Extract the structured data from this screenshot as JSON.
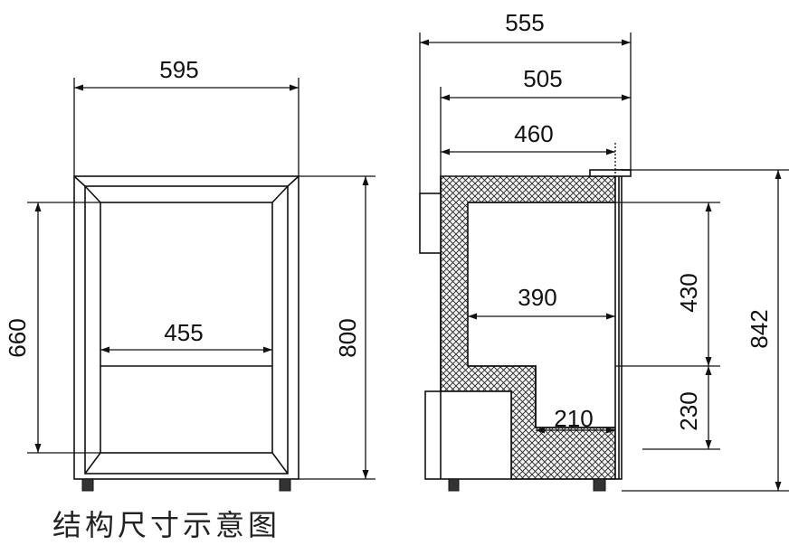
{
  "caption": "结构尺寸示意图",
  "front_view": {
    "overall_width": "595",
    "inner_width": "455",
    "inner_height": "660",
    "overall_height": "800"
  },
  "side_view": {
    "depth_total": "555",
    "depth_body": "505",
    "depth_cabinet": "460",
    "depth_inner": "390",
    "inner_upper_height": "430",
    "step_height": "230",
    "step_depth": "210",
    "total_height": "842"
  },
  "colors": {
    "line": "#111111",
    "hatch": "#222222"
  }
}
